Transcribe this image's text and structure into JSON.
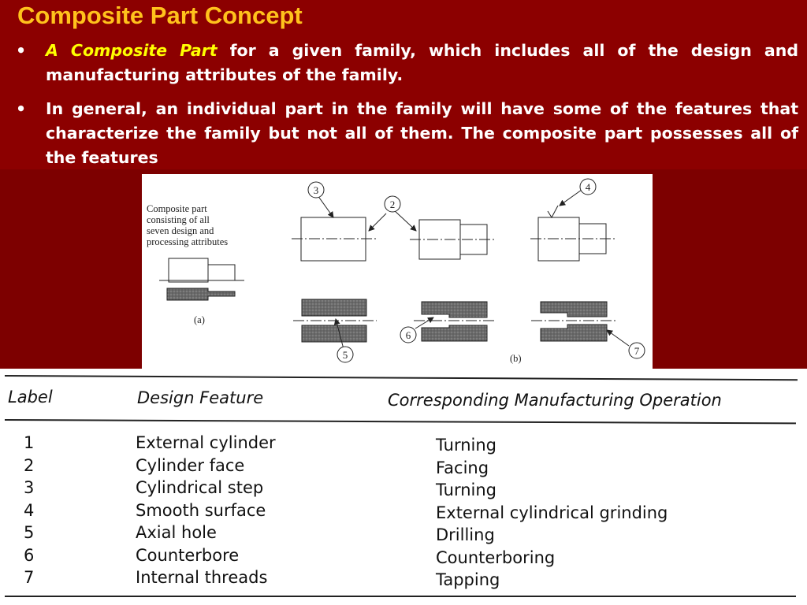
{
  "slide": {
    "title": "Composite Part Concept",
    "bullets": [
      {
        "marker": "•",
        "emphasis": "A Composite Part",
        "text": " for a given family, which includes all of the design and manufacturing attributes of the family."
      },
      {
        "marker": "•",
        "emphasis": "",
        "text": "In general, an individual part in the family will have some of the features that characterize the family but not all of them. The composite part possesses all of the features"
      }
    ]
  },
  "figure": {
    "caption_lines": [
      "Composite part",
      "consisting of all",
      "seven design and",
      "processing attributes"
    ],
    "panel_a_label": "(a)",
    "panel_b_label": "(b)",
    "callouts": [
      "3",
      "2",
      "4",
      "6",
      "5",
      "7"
    ]
  },
  "table": {
    "headers": {
      "label": "Label",
      "feature": "Design Feature",
      "operation": "Corresponding Manufacturing Operation"
    },
    "rows": [
      {
        "label": "1",
        "feature": "External cylinder",
        "operation": "Turning"
      },
      {
        "label": "2",
        "feature": "Cylinder face",
        "operation": "Facing"
      },
      {
        "label": "3",
        "feature": "Cylindrical step",
        "operation": "Turning"
      },
      {
        "label": "4",
        "feature": "Smooth surface",
        "operation": "External cylindrical grinding"
      },
      {
        "label": "5",
        "feature": "Axial hole",
        "operation": "Drilling"
      },
      {
        "label": "6",
        "feature": "Counterbore",
        "operation": "Counterboring"
      },
      {
        "label": "7",
        "feature": "Internal threads",
        "operation": "Tapping"
      }
    ]
  },
  "colors": {
    "background": "#7d0000",
    "title": "#ffc21c",
    "emphasis": "#ffff00",
    "text": "#ffffff"
  }
}
